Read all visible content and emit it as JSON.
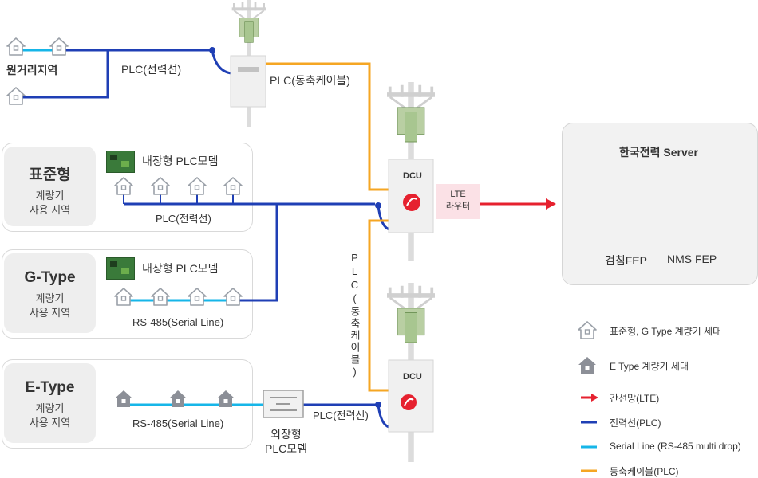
{
  "far_area": {
    "label": "원거리지역"
  },
  "lines": {
    "plc_power_top": "PLC(전력선)",
    "plc_coax_top": "PLC(동축케이블)",
    "plc_power_std": "PLC(전력선)",
    "plc_coax_vertical": "PLC(동축케이블)",
    "rs485_gtype": "RS-485(Serial Line)",
    "rs485_etype": "RS-485(Serial Line)",
    "plc_power_etype": "PLC(전력선)"
  },
  "zones": {
    "standard": {
      "title": "표준형",
      "sub1": "계량기",
      "sub2": "사용 지역",
      "modem": "내장형 PLC모뎀"
    },
    "gtype": {
      "title": "G-Type",
      "sub1": "계량기",
      "sub2": "사용 지역",
      "modem": "내장형 PLC모뎀"
    },
    "etype": {
      "title": "E-Type",
      "sub1": "계량기",
      "sub2": "사용 지역"
    }
  },
  "external_modem": {
    "line1": "외장형",
    "line2": "PLC모뎀"
  },
  "dcu": {
    "label_1": "DCU",
    "label_2": "DCU"
  },
  "lte_router": {
    "line1": "LTE",
    "line2": "라우터"
  },
  "server": {
    "title": "한국전력 Server",
    "fep1": "검침FEP",
    "fep2": "NMS FEP"
  },
  "legend": [
    {
      "label": "표준형, G Type 계량기 세대",
      "icon": "house-outline-icon"
    },
    {
      "label": "E Type 계량기 세대",
      "icon": "house-filled-icon"
    },
    {
      "label": "간선망(LTE)",
      "icon": "red-arrow-icon",
      "color": "#e6212f"
    },
    {
      "label": "전력선(PLC)",
      "icon": "blue-line-icon",
      "color": "#1f3fb5"
    },
    {
      "label": "Serial Line (RS-485 multi drop)",
      "icon": "cyan-line-icon",
      "color": "#16b6e8"
    },
    {
      "label": "동축케이블(PLC)",
      "icon": "orange-line-icon",
      "color": "#f5a623"
    }
  ],
  "colors": {
    "power": "#1f3fb5",
    "serial": "#16b6e8",
    "coax": "#f5a623",
    "lte": "#e6212f"
  }
}
